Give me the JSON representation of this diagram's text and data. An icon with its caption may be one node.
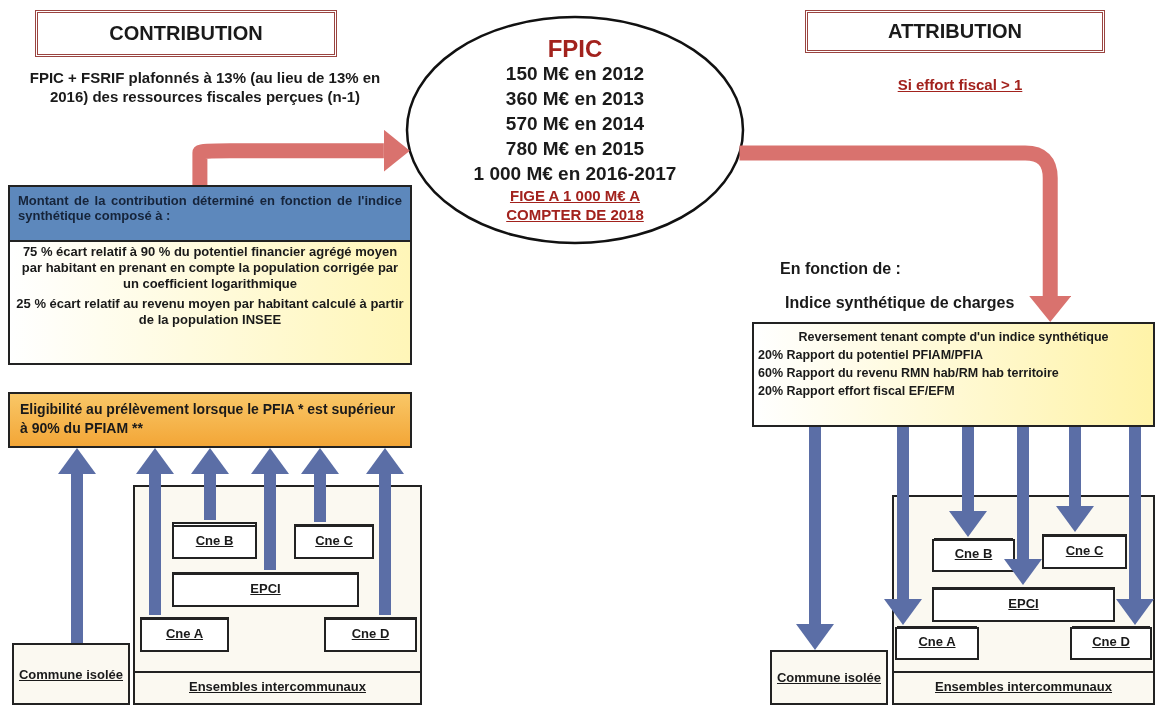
{
  "diagram": {
    "nodes": [
      {
        "text": [
          "CONTRIBUTION"
        ]
      },
      {
        "text": [
          "Montant de la contribution déterminé en fonction de l'indice synthétique composé à :",
          "75 % écart relatif à 90 % du potentiel financier agrégé moyen par habitant en prenant en compte la population corrigée par un coefficient logarithmique",
          "25 % écart relatif au revenu moyen par habitant calculé à partir de la population INSEE"
        ]
      },
      {
        "text": [
          "FPIC",
          "150 M€ en 2012",
          "360 M€ en 2013",
          "570 M€ en 2014",
          "780 M€ en 2015",
          "1 000 M€ en 2016-2017",
          "FIGE A 1 000 M€ A COMPTER DE 2018"
        ]
      },
      {
        "text": [
          "Eligibilité au prélèvement lorsque le PFIA * est supérieur à 90% du PFIAM **"
        ]
      },
      {
        "text": [
          "Ensembles intercommunaux"
        ]
      },
      {
        "text": [
          "Cne B"
        ],
        "in": 4
      },
      {
        "text": [
          "Cne C"
        ],
        "in": 4
      },
      {
        "text": [
          "EPCI"
        ],
        "in": 4
      },
      {
        "text": [
          "Cne A"
        ],
        "in": 4
      },
      {
        "text": [
          "Cne D"
        ],
        "in": 4
      },
      {
        "text": [
          "Commune isolée"
        ]
      },
      {
        "text": [
          "ATTRIBUTION"
        ]
      },
      {
        "text": [
          "Reversement tenant compte d'un indice synthétique",
          "20% Rapport du potentiel PFIAM/PFIA",
          "60% Rapport du revenu RMN hab/RM hab territoire",
          "20% Rapport effort fiscal EF/EFM"
        ],
        "beside": [
          "En fonction de :",
          "Indice synthétique de charges"
        ]
      },
      {
        "text": [
          "Ensembles intercommunaux"
        ]
      },
      {
        "text": [
          "Cne B"
        ],
        "in": 13
      },
      {
        "text": [
          "Cne C"
        ],
        "in": 13
      },
      {
        "text": [
          "EPCI"
        ],
        "in": 13
      },
      {
        "text": [
          "Cne A"
        ],
        "in": 13
      },
      {
        "text": [
          "Cne D"
        ],
        "in": 13
      },
      {
        "text": [
          "Commune isolée"
        ]
      }
    ],
    "edges": [
      {
        "from": 1,
        "to": 2,
        "arrow": "to",
        "color": "#d9726e"
      },
      {
        "from": 2,
        "to": 12,
        "arrow": "to",
        "color": "#d9726e"
      },
      {
        "from": 10,
        "to": 3,
        "arrow": "to"
      },
      {
        "from": 8,
        "to": 3,
        "arrow": "to"
      },
      {
        "from": 5,
        "to": 3,
        "arrow": "to"
      },
      {
        "from": 7,
        "to": 3,
        "arrow": "to"
      },
      {
        "from": 6,
        "to": 3,
        "arrow": "to"
      },
      {
        "from": 9,
        "to": 3,
        "arrow": "to"
      },
      {
        "from": 12,
        "to": 19,
        "arrow": "to"
      },
      {
        "from": 12,
        "to": 17,
        "arrow": "to"
      },
      {
        "from": 12,
        "to": 14,
        "arrow": "to"
      },
      {
        "from": 12,
        "to": 16,
        "arrow": "to"
      },
      {
        "from": 12,
        "to": 15,
        "arrow": "to"
      },
      {
        "from": 12,
        "to": 18,
        "arrow": "to"
      }
    ],
    "labels": [
      "FPIC + FSRIF plafonnés à 13% (au lieu de 13% en 2016) des ressources fiscales perçues (n-1)",
      "Si effort fiscal > 1"
    ]
  }
}
